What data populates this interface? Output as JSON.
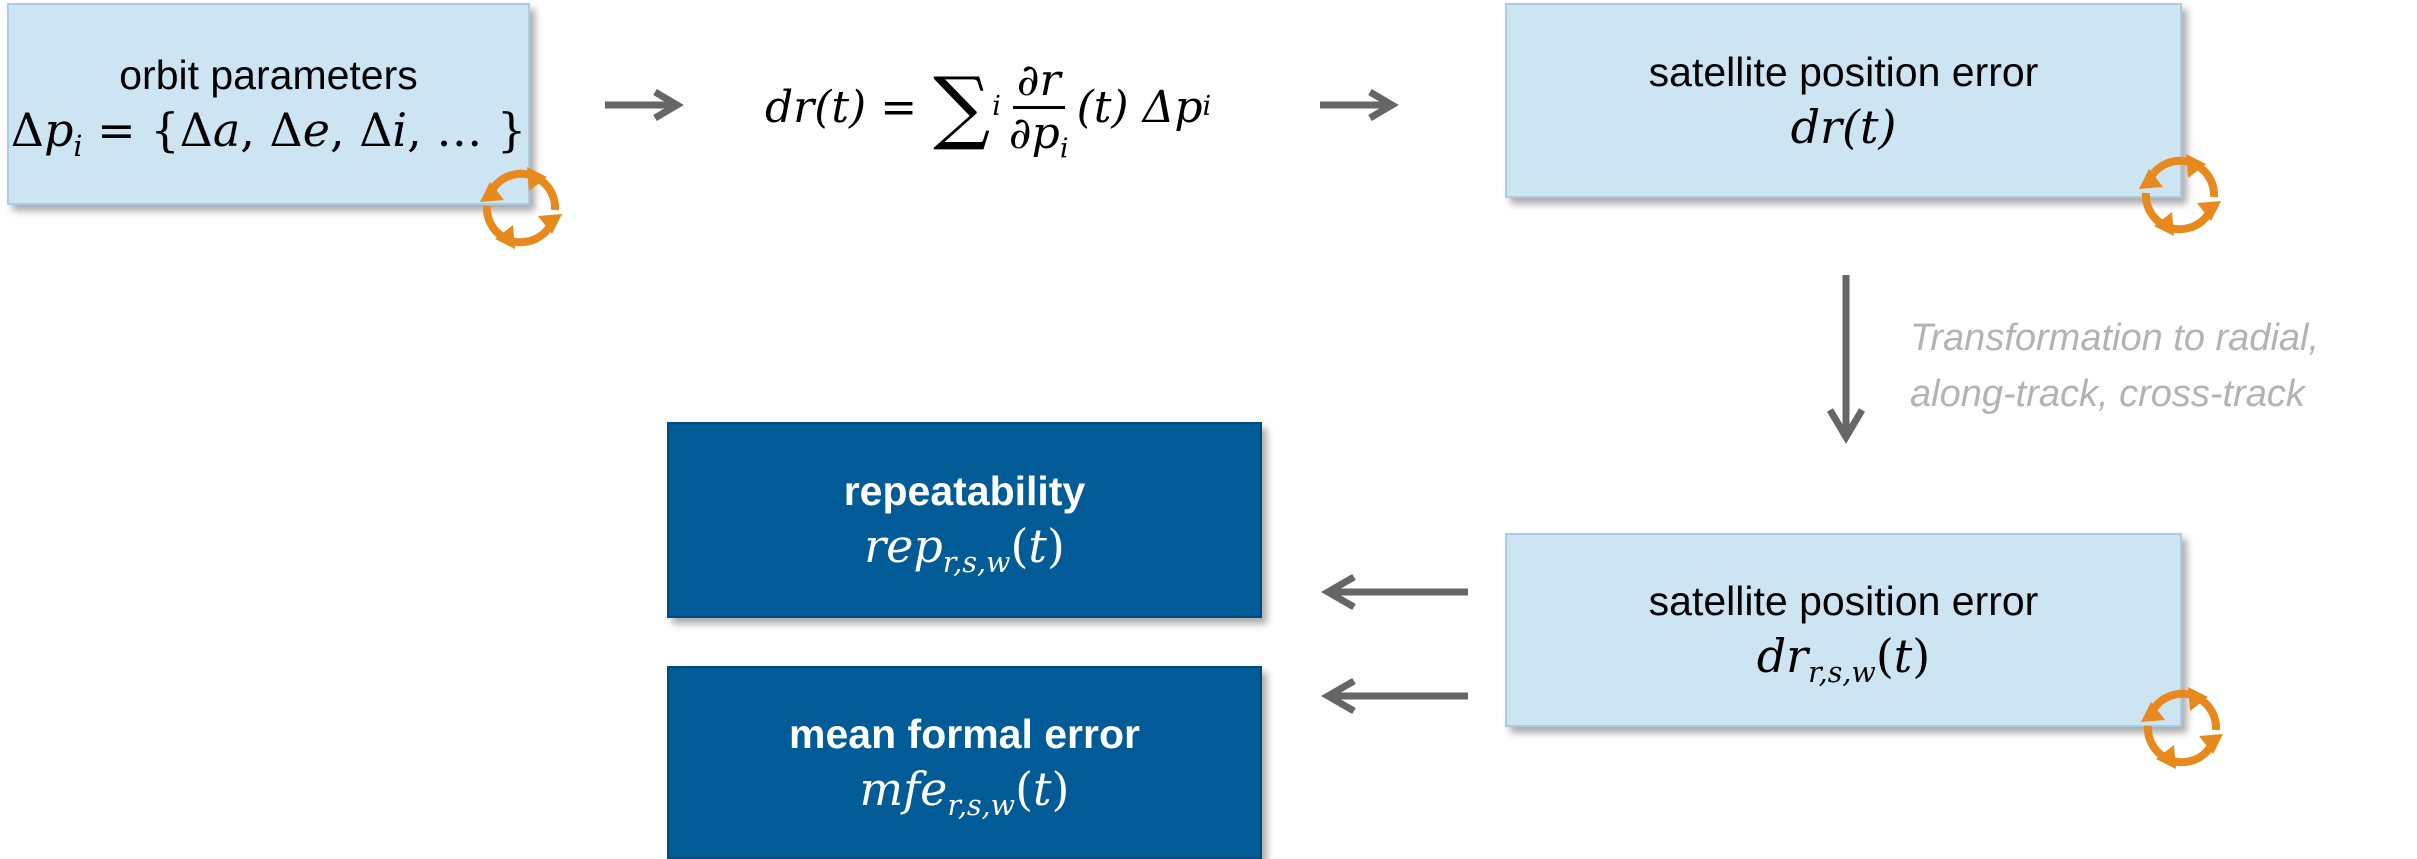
{
  "boxes": {
    "orbit_parameters": {
      "title": "orbit parameters",
      "formula": "Δp_i = {Δa, Δe, Δi, … }"
    },
    "position_error": {
      "title": "satellite position error",
      "formula": "dr(t)"
    },
    "position_error_rsw": {
      "title": "satellite position error",
      "formula": "dr_{r,s,w}(t)"
    },
    "repeatability": {
      "title": "repeatability",
      "formula": "rep_{r,s,w}(t)"
    },
    "mean_formal_error": {
      "title": "mean formal error",
      "formula": "mfe_{r,s,w}(t)"
    }
  },
  "equation": {
    "lhs": "dr(t) =",
    "sum_index": "i",
    "numerator": "∂r",
    "denominator": "∂p",
    "denominator_index": "i",
    "rhs": "(t) Δp",
    "rhs_index": "i"
  },
  "annotation": {
    "line1": "Transformation to radial,",
    "line2": "along-track, cross-track"
  },
  "colors": {
    "light_box": "#cde4f2",
    "dark_box": "#005b96",
    "arrow": "#666666",
    "cycle_icon": "#e8891e",
    "annotation_text": "#b3b3b3"
  }
}
